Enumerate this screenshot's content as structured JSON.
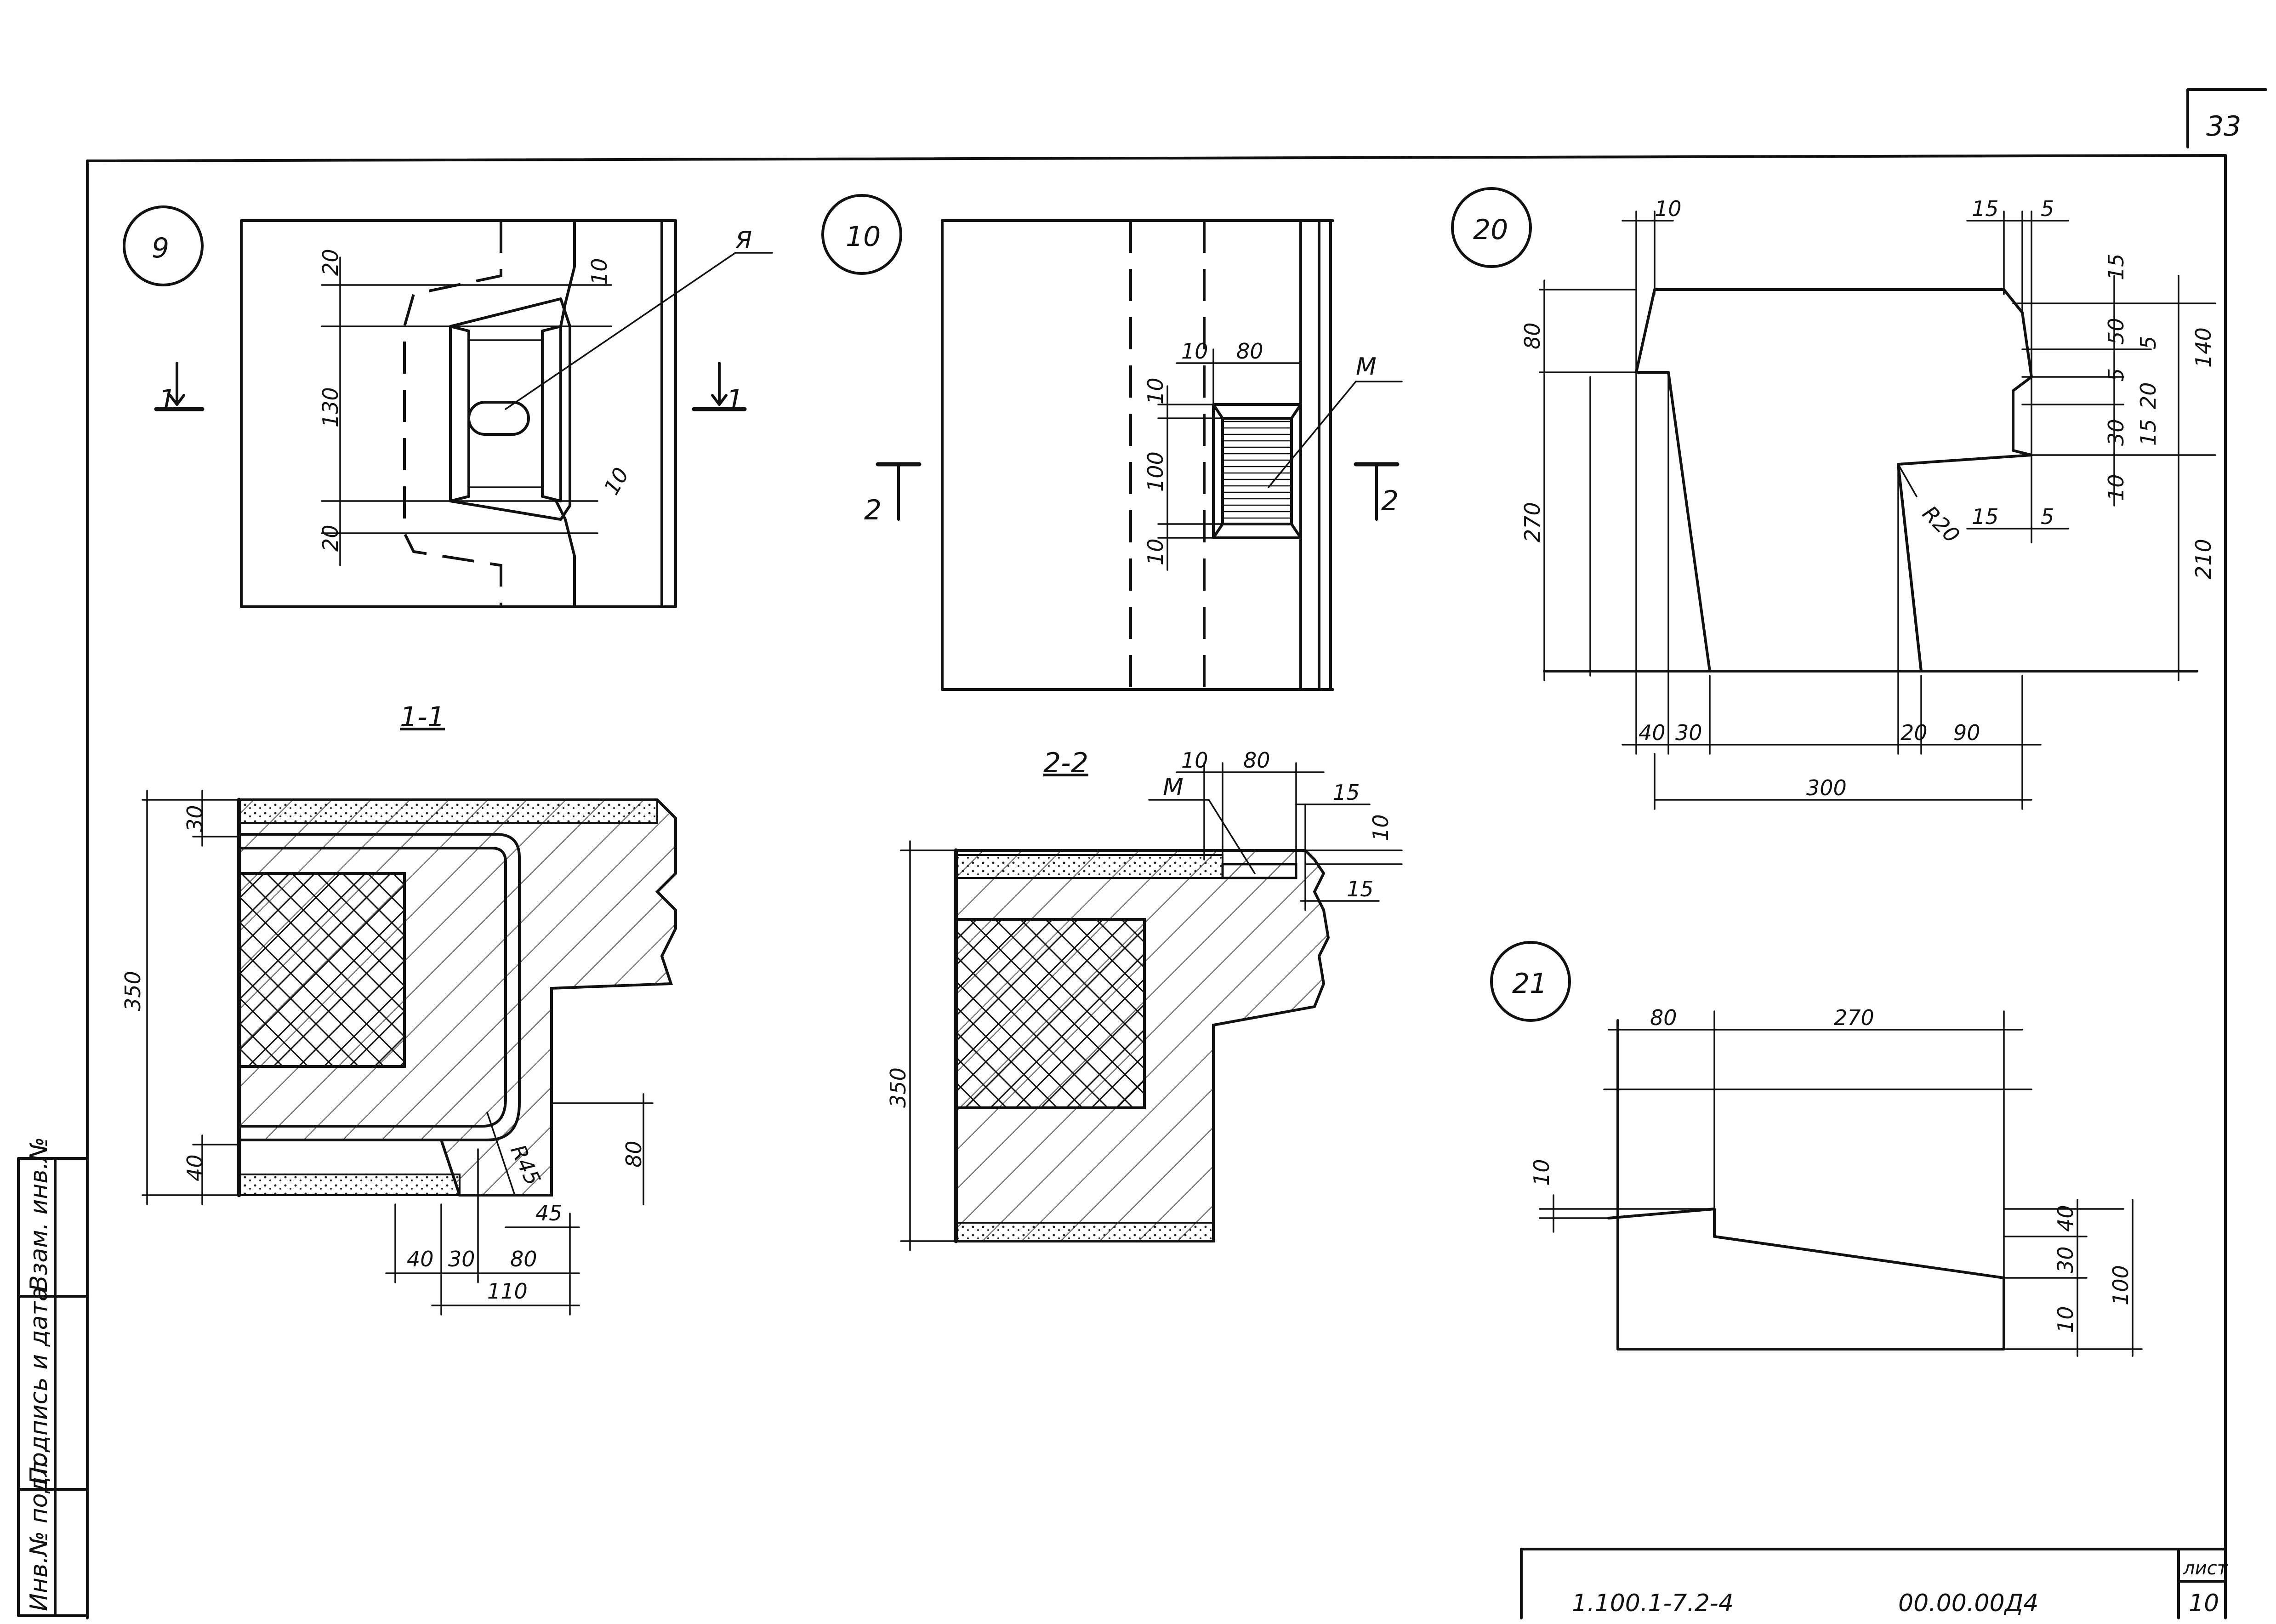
{
  "page": {
    "sheet_corner_number": "33"
  },
  "detail_9": {
    "number": "9",
    "section_mark_left": "1",
    "section_mark_right": "1",
    "dims": {
      "top": "20",
      "middle": "130",
      "bottom": "20",
      "right_top": "10",
      "right_bottom": "10"
    },
    "leader_label": "Я"
  },
  "detail_10": {
    "number": "10",
    "section_mark_left": "2",
    "section_mark_right": "2",
    "dims": {
      "w1": "10",
      "w2": "80",
      "h_top": "10",
      "h_mid": "100",
      "h_bot": "10"
    },
    "leader_label": "М"
  },
  "detail_20": {
    "number": "20",
    "dims": {
      "top_left": "10",
      "top_right_a": "15",
      "top_right_b": "5",
      "left_top": "80",
      "left_bottom": "270",
      "r_a": "15",
      "r_b": "50",
      "r_c": "5",
      "r_d": "5",
      "r_e": "20",
      "r_f": "15",
      "r_g": "30",
      "r_h": "10",
      "right_top": "140",
      "right_bottom": "210",
      "radius": "R20",
      "mid_a": "15",
      "mid_b": "5",
      "bottom_a": "40",
      "bottom_b": "30",
      "bottom_c": "20",
      "bottom_d": "90",
      "bottom_total": "300"
    }
  },
  "detail_21": {
    "number": "21",
    "dims": {
      "top_a": "80",
      "top_b": "270",
      "left": "10",
      "right_a": "40",
      "right_b": "30",
      "right_c": "10",
      "right_total": "100"
    }
  },
  "section_1_1": {
    "title": "1-1",
    "dims": {
      "top": "30",
      "height": "350",
      "bottom": "40",
      "radius": "R45",
      "right_h": "80",
      "b_a": "40",
      "b_b": "30",
      "b_c": "80",
      "b_d": "45",
      "b_total": "110"
    }
  },
  "section_2_2": {
    "title": "2-2",
    "dims": {
      "top_a": "10",
      "top_b": "80",
      "r_a": "15",
      "r_b": "10",
      "r_c": "15",
      "height": "350"
    },
    "leader_label": "М"
  },
  "side_stamp": {
    "col1": "Инв.№ подл.",
    "col2": "Подпись и дата",
    "col3": "Взам. инв.№"
  },
  "title_block": {
    "code": "1.100.1-7.2-4",
    "doc_number": "00.00.00Д4",
    "sheet_label": "лист",
    "sheet_number": "10"
  }
}
